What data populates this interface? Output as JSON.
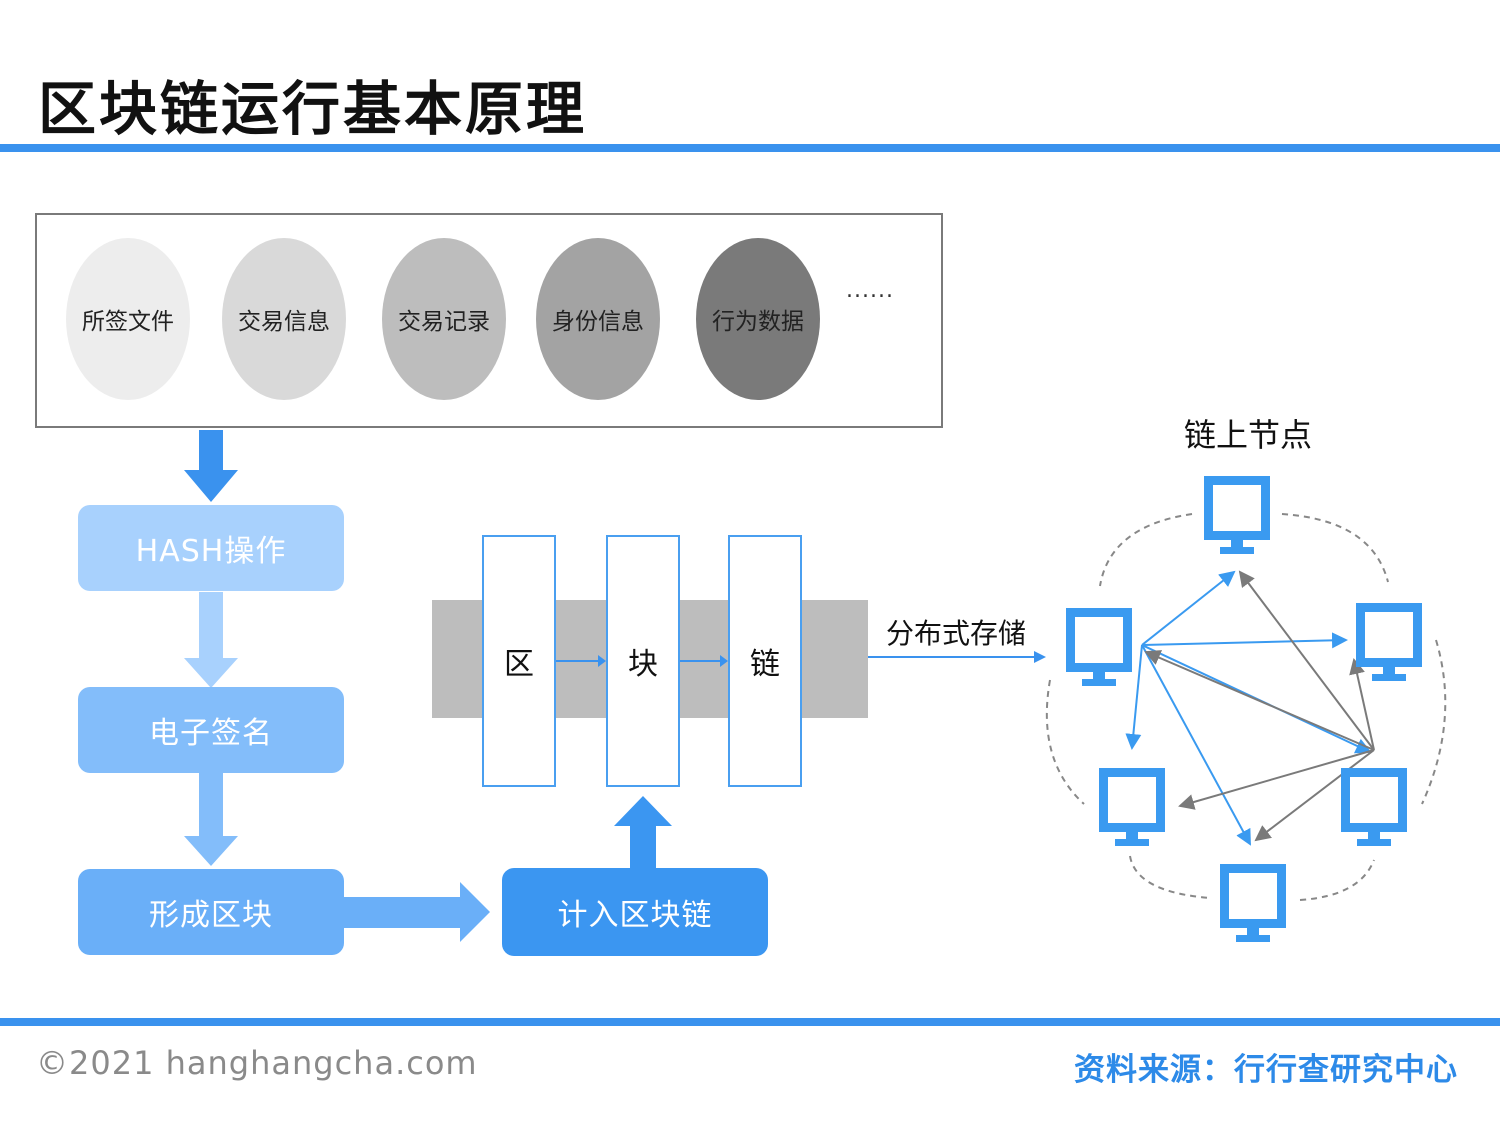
{
  "title": "区块链运行基本原理",
  "data_items": [
    "所签文件",
    "交易信息",
    "交易记录",
    "身份信息",
    "行为数据"
  ],
  "data_more": "......",
  "steps": {
    "hash": "HASH操作",
    "signature": "电子签名",
    "form_block": "形成区块",
    "add_to_chain": "计入区块链"
  },
  "chain_boxes": [
    "区",
    "块",
    "链"
  ],
  "distributed_storage": "分布式存储",
  "nodes_title": "链上节点",
  "footer": {
    "copyright": "©2021 hanghangcha.com",
    "source": "资料来源：行行查研究中心"
  },
  "colors": {
    "accent": "#3a92ee",
    "step_hash": "#a8d1fd",
    "step_signature": "#83bdfa",
    "step_form_block": "#6aaff8",
    "add_to_chain": "#3b96f1",
    "node_monitor": "#3a9af0",
    "arrow_grey": "#7a7a7a"
  }
}
